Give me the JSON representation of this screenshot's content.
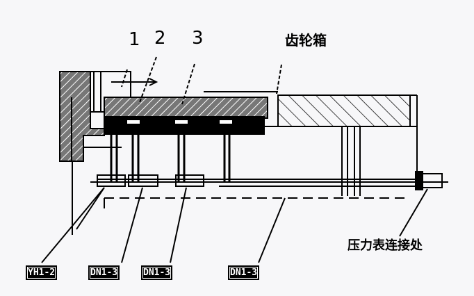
{
  "labels": {
    "n1": "1",
    "n2": "2",
    "n3": "3"
  },
  "gearbox_label": "齿轮箱",
  "gauge_label": "压力表连接处",
  "tags": [
    "YH1-2",
    "DN1-3",
    "DN1-3",
    "DN1-3"
  ],
  "colors": {
    "ink": "#000000",
    "background": "#f7f7f9"
  }
}
